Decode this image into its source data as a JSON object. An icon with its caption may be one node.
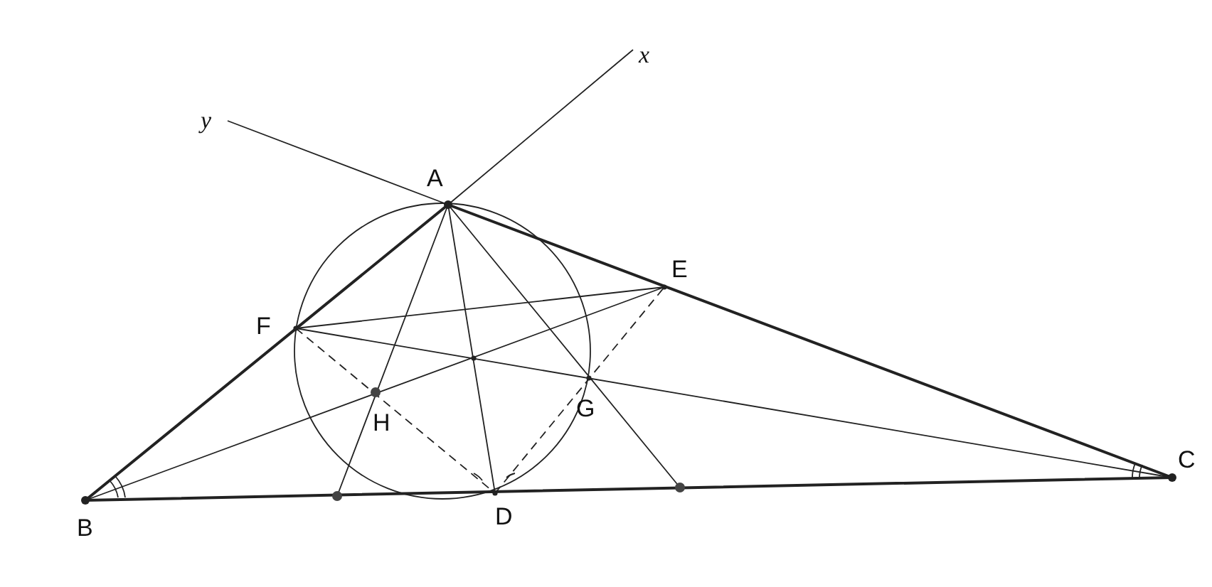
{
  "diagram": {
    "labels": [
      "x",
      "y",
      "A",
      "E",
      "F",
      "H",
      "G",
      "C",
      "B",
      "D"
    ]
  }
}
